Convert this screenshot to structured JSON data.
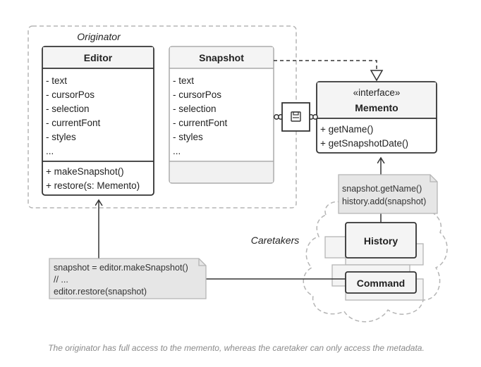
{
  "originator": {
    "group_label": "Originator",
    "editor": {
      "title": "Editor",
      "fields": [
        "- text",
        "- cursorPos",
        "- selection",
        "- currentFont",
        "- styles",
        "..."
      ],
      "methods": [
        "+ makeSnapshot()",
        "+ restore(s: Memento)"
      ]
    },
    "snapshot": {
      "title": "Snapshot",
      "fields": [
        "- text",
        "- cursorPos",
        "- selection",
        "- currentFont",
        "- styles",
        "..."
      ]
    }
  },
  "memento": {
    "stereotype": "«interface»",
    "title": "Memento",
    "methods": [
      "+ getName()",
      "+ getSnapshotDate()"
    ]
  },
  "caretakers": {
    "group_label": "Caretakers",
    "history": "History",
    "command": "Command"
  },
  "notes": {
    "caretaker_note": [
      "snapshot.getName()",
      "history.add(snapshot)"
    ],
    "editor_note": [
      "snapshot = editor.makeSnapshot()",
      "// ...",
      "editor.restore(snapshot)"
    ]
  },
  "caption": "The originator has full access to the memento, whereas the caretaker can only access the metadata.",
  "icons": {
    "save": "floppy-disk-icon"
  },
  "colors": {
    "stroke": "#333333",
    "box_fill": "#ffffff",
    "header_fill": "#f4f4f4",
    "faded_stroke": "#aaaaaa",
    "faded_fill": "#f1f1f1",
    "note_fill": "#e6e6e6",
    "caption": "#8a8a8a"
  }
}
